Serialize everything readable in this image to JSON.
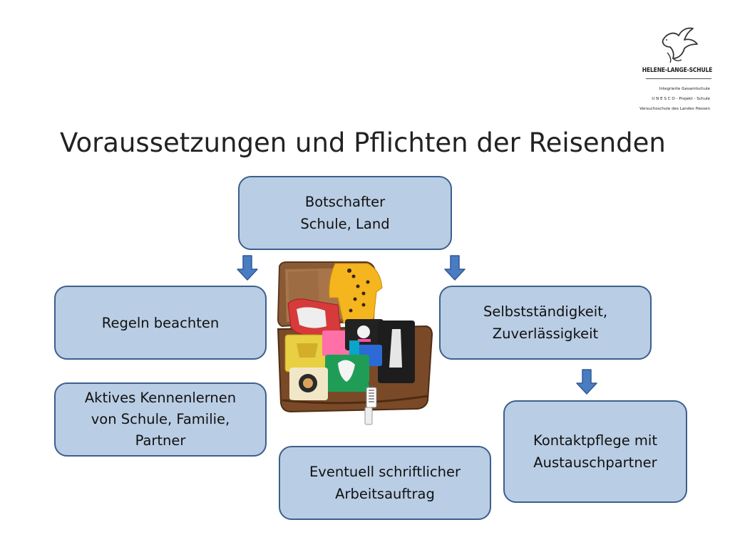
{
  "title": "Voraussetzungen und Pflichten der Reisenden",
  "logo": {
    "school_name": "HELENE-LANGE-SCHULE",
    "lines": [
      "Integrierte Gesamtschule",
      "U N E S C O - Projekt - Schule",
      "Versuchsschule des Landes Hessen"
    ]
  },
  "nodes": {
    "botschafter": [
      "Botschafter",
      "Schule, Land"
    ],
    "regeln": [
      "Regeln beachten"
    ],
    "selbststaendigkeit": [
      "Selbstständigkeit,",
      "Zuverlässigkeit"
    ],
    "kennenlernen": [
      "Aktives Kennenlernen",
      "von Schule, Familie,",
      "Partner"
    ],
    "arbeitsauftrag": [
      "Eventuell schriftlicher",
      "Arbeitsauftrag"
    ],
    "kontaktpflege": [
      "Kontaktpflege mit",
      "Austauschpartner"
    ]
  },
  "colors": {
    "box_fill": "#b9cde4",
    "box_border": "#3c5f8c",
    "arrow_fill": "#4a7cc2",
    "arrow_stroke": "#2f5a95"
  }
}
